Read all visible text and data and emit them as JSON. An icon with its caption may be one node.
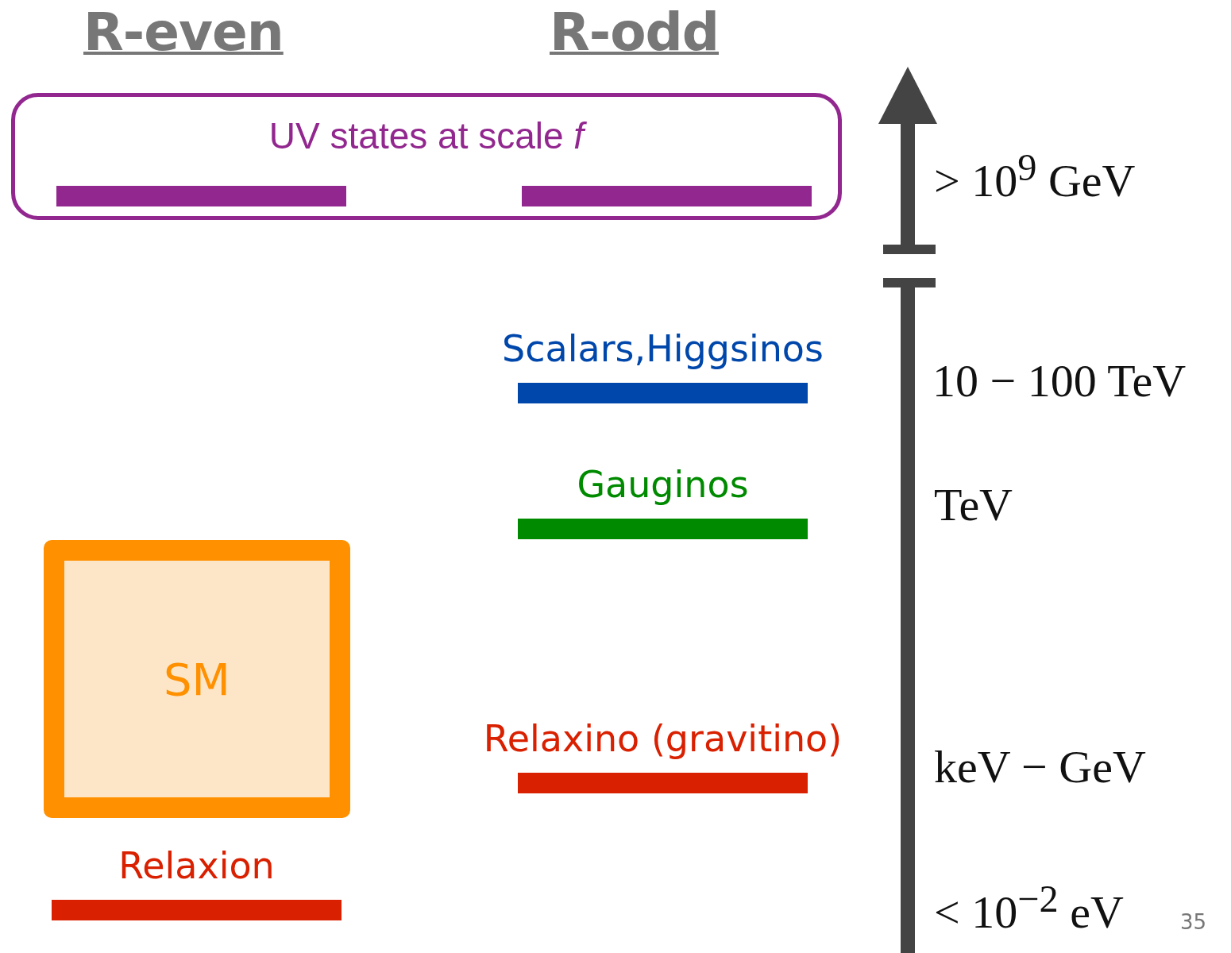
{
  "diagram": {
    "nodes": [
      {
        "text": [
          "UV states at scale *f*"
        ]
      },
      {
        "text": [],
        "shape": "bar",
        "in": 0
      },
      {
        "text": [],
        "shape": "bar",
        "in": 0
      },
      {
        "text": [
          "Scalars,Higgsinos"
        ]
      },
      {
        "text": [
          "Gauginos"
        ]
      },
      {
        "text": [
          "SM"
        ]
      },
      {
        "text": [
          "Relaxino (gravitino)"
        ]
      },
      {
        "text": [
          "Relaxion"
        ]
      }
    ],
    "edges": [],
    "labels": [
      "R-even",
      "R-odd",
      "> 10$^{9}$ GeV",
      "10 − 100 TeV",
      "TeV",
      "keV − GeV",
      "< 10$^{−2}$ eV",
      "35"
    ]
  }
}
